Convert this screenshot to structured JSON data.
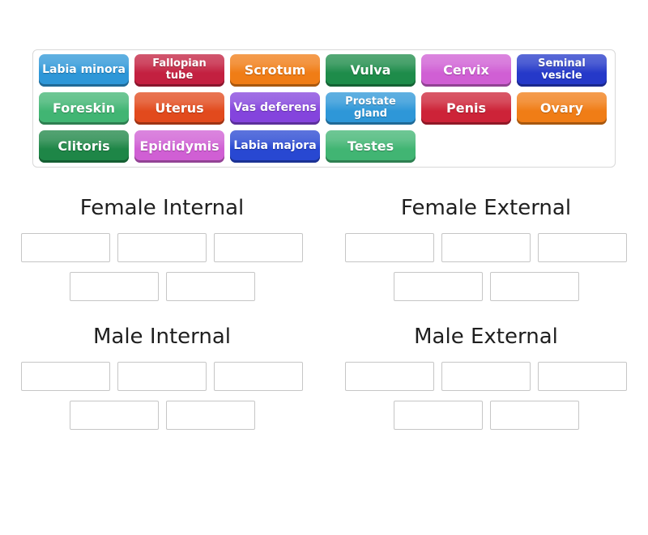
{
  "colors": {
    "background": "#ffffff",
    "tray_border": "#d8d8d8",
    "slot_border": "#c6c6c6",
    "title_text": "#1f1f1f",
    "tile_text": "#ffffff"
  },
  "tray": {
    "tiles": [
      {
        "label": "Labia minora",
        "color": "#2e97d8",
        "size": "md"
      },
      {
        "label": "Fallopian tube",
        "color": "#c32040",
        "size": "sm"
      },
      {
        "label": "Scrotum",
        "color": "#f07d16",
        "size": "lg"
      },
      {
        "label": "Vulva",
        "color": "#1e8c4a",
        "size": "lg"
      },
      {
        "label": "Cervix",
        "color": "#d05fd4",
        "size": "lg"
      },
      {
        "label": "Seminal vesicle",
        "color": "#2539c9",
        "size": "sm"
      },
      {
        "label": "Foreskin",
        "color": "#41b573",
        "size": "lg"
      },
      {
        "label": "Uterus",
        "color": "#e24a1d",
        "size": "lg"
      },
      {
        "label": "Vas deferens",
        "color": "#8444dd",
        "size": "md"
      },
      {
        "label": "Prostate gland",
        "color": "#2e97d8",
        "size": "sm"
      },
      {
        "label": "Penis",
        "color": "#cd2338",
        "size": "lg"
      },
      {
        "label": "Ovary",
        "color": "#f07d16",
        "size": "lg"
      },
      {
        "label": "Clitoris",
        "color": "#1e8647",
        "size": "lg"
      },
      {
        "label": "Epididymis",
        "color": "#d05fd4",
        "size": "lg"
      },
      {
        "label": "Labia majora",
        "color": "#2848d2",
        "size": "md"
      },
      {
        "label": "Testes",
        "color": "#41b573",
        "size": "lg"
      }
    ]
  },
  "groups": [
    {
      "title": "Female Internal",
      "slot_count": 5
    },
    {
      "title": "Female External",
      "slot_count": 5
    },
    {
      "title": "Male Internal",
      "slot_count": 5
    },
    {
      "title": "Male External",
      "slot_count": 5
    }
  ]
}
